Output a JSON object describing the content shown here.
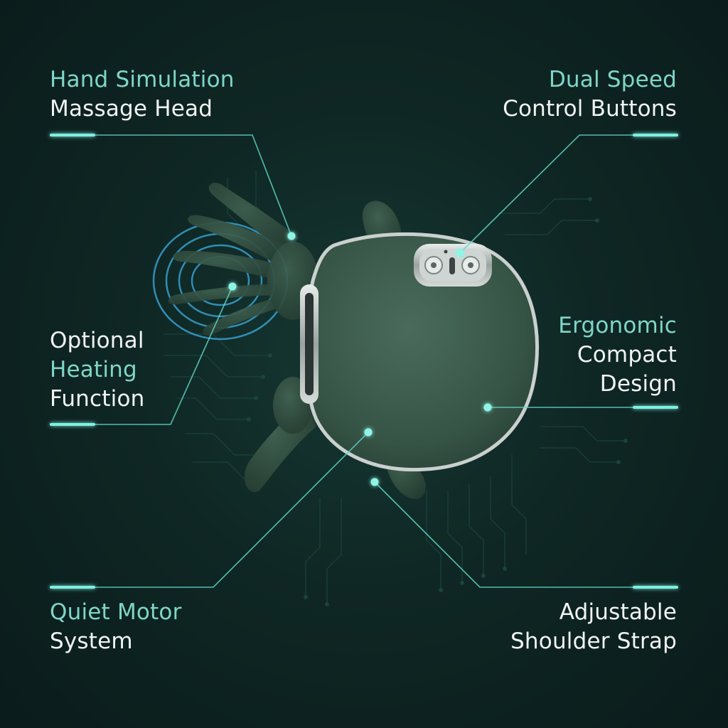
{
  "theme": {
    "background": "#0f2724",
    "accent": "#7fd6c8",
    "line": "#5fd8c8",
    "text": "#f1f4f3",
    "product": "#3d5a4d"
  },
  "features": {
    "hand_simulation": {
      "line1": "Hand Simulation",
      "line2": "Massage Head"
    },
    "dual_speed": {
      "line1": "Dual Speed",
      "line2": "Control Buttons"
    },
    "heating": {
      "line1": "Optional",
      "line2": "Heating",
      "line3": "Function"
    },
    "ergonomic": {
      "line1": "Ergonomic",
      "line2": "Compact",
      "line3": "Design"
    },
    "quiet_motor": {
      "line1": "Quiet Motor",
      "line2": "System"
    },
    "strap": {
      "line1": "Adjustable",
      "line2": "Shoulder Strap"
    }
  },
  "product": {
    "icons": [
      "speed-button-icon",
      "speed-button-icon"
    ]
  }
}
